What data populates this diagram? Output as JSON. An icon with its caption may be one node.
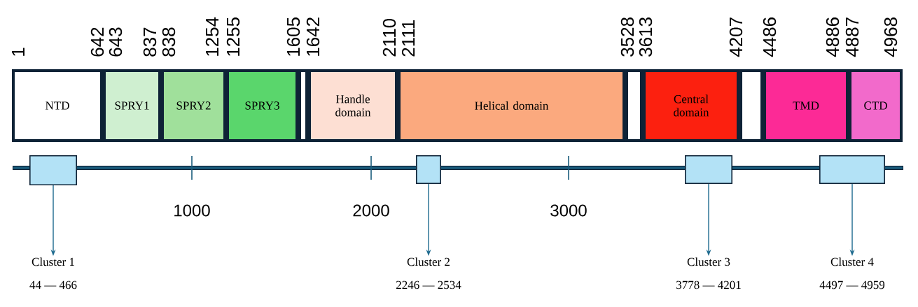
{
  "diagram": {
    "nodes": [
      {
        "text": [
          "NTD"
        ]
      },
      {
        "text": [
          "SPRY1"
        ]
      },
      {
        "text": [
          "SPRY2"
        ]
      },
      {
        "text": [
          "SPRY3"
        ]
      },
      {
        "text": [],
        "shape": "box"
      },
      {
        "text": [
          "Handle domain"
        ]
      },
      {
        "text": [
          "Helical domain"
        ]
      },
      {
        "text": [],
        "shape": "box"
      },
      {
        "text": [
          "Central domain"
        ]
      },
      {
        "text": [],
        "shape": "box"
      },
      {
        "text": [
          "TMD"
        ]
      },
      {
        "text": [
          "CTD"
        ]
      },
      {
        "text": [],
        "shape": "box"
      },
      {
        "text": [],
        "shape": "box"
      },
      {
        "text": [],
        "shape": "box"
      },
      {
        "text": [],
        "shape": "box"
      },
      {
        "text": [
          "Cluster 1",
          "44 — 466"
        ]
      },
      {
        "text": [
          "Cluster 2",
          "2246 — 2534"
        ]
      },
      {
        "text": [
          "Cluster 3",
          "3778 — 4201"
        ]
      },
      {
        "text": [
          "Cluster 4",
          "4497 — 4959"
        ]
      }
    ],
    "edges": [
      {
        "from": 12,
        "to": 16,
        "arrow": "to"
      },
      {
        "from": 13,
        "to": 17,
        "arrow": "to"
      },
      {
        "from": 14,
        "to": 18,
        "arrow": "to"
      },
      {
        "from": 15,
        "to": 19,
        "arrow": "to"
      }
    ],
    "labels": [
      "1",
      "642",
      "643",
      "837",
      "838",
      "1254",
      "1255",
      "1605",
      "1642",
      "2110",
      "2111",
      "3528",
      "3613",
      "4207",
      "4486",
      "4886",
      "4887",
      "4968",
      "1000",
      "2000",
      "3000"
    ]
  }
}
